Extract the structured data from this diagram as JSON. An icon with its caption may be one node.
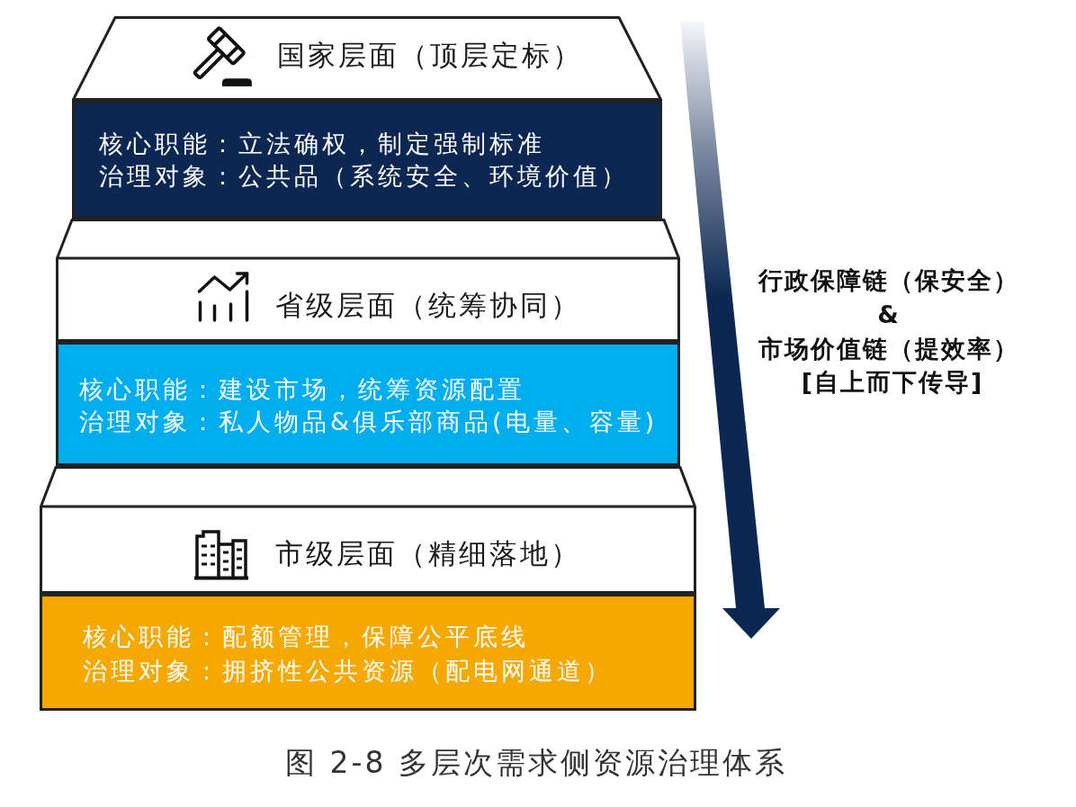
{
  "diagram": {
    "caption": "图 2-8 多层次需求侧资源治理体系",
    "nodes": [
      {
        "text": [
          "国家层面（顶层定标）"
        ]
      },
      {
        "text": [
          "核心职能：立法确权，制定强制标准",
          "治理对象：公共品（系统安全、环境价值）"
        ]
      },
      {
        "text": [
          "省级层面（统筹协同）"
        ]
      },
      {
        "text": [
          "核心职能：建设市场，统筹资源配置",
          "治理对象：私人物品&俱乐部商品(电量、容量)"
        ]
      },
      {
        "text": [
          "市级层面（精细落地）"
        ]
      },
      {
        "text": [
          "核心职能：配额管理，保障公平底线",
          "治理对象：拥挤性公共资源（配电网通道）"
        ]
      }
    ],
    "labels": [
      "行政保障链（保安全）",
      "&",
      "市场价值链（提效率）",
      "[自上而下传导]"
    ]
  }
}
